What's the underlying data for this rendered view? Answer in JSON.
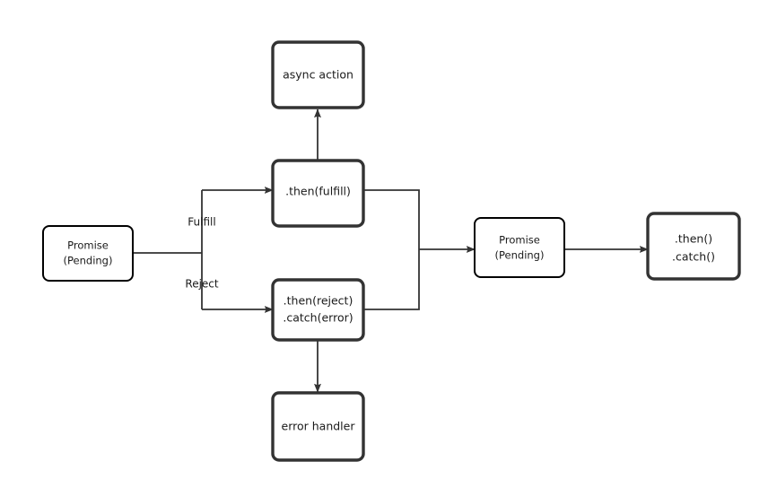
{
  "diagram": {
    "type": "flowchart",
    "title": "",
    "background_color": "#ffffff",
    "stroke_color": "#333333",
    "node_fill": "#ffffff",
    "nodes": {
      "promise_pending_left": {
        "id": "promise-pending-left",
        "line1": "Promise",
        "line2": "(Pending)",
        "style": "thin-border"
      },
      "async_action": {
        "id": "async-action",
        "line1": "async action",
        "style": "thick-border"
      },
      "then_fulfill": {
        "id": "then-fulfill",
        "line1": ".then(fulfill)",
        "style": "thick-border"
      },
      "then_reject": {
        "id": "then-reject",
        "line1": ".then(reject)",
        "line2": ".catch(error)",
        "style": "thick-border"
      },
      "error_handler": {
        "id": "error-handler",
        "line1": "error handler",
        "style": "thick-border"
      },
      "promise_pending_right": {
        "id": "promise-pending-right",
        "line1": "Promise",
        "line2": "(Pending)",
        "style": "thin-border"
      },
      "then_catch": {
        "id": "then-catch",
        "line1": ".then()",
        "line2": ".catch()",
        "style": "thick-border"
      }
    },
    "edge_labels": {
      "fulfill": "Fulfill",
      "reject": "Reject"
    },
    "edges": [
      {
        "from": "promise_pending_left",
        "to": "then_fulfill",
        "label": "Fulfill",
        "arrow": true
      },
      {
        "from": "promise_pending_left",
        "to": "then_reject",
        "label": "Reject",
        "arrow": true
      },
      {
        "from": "then_fulfill",
        "to": "async_action",
        "label": "",
        "arrow": true
      },
      {
        "from": "then_reject",
        "to": "error_handler",
        "label": "",
        "arrow": true
      },
      {
        "from": "then_fulfill",
        "to": "promise_pending_right",
        "label": "",
        "arrow": true
      },
      {
        "from": "then_reject",
        "to": "promise_pending_right",
        "label": "",
        "arrow": true
      },
      {
        "from": "promise_pending_right",
        "to": "then_catch",
        "label": "",
        "arrow": true
      }
    ]
  }
}
